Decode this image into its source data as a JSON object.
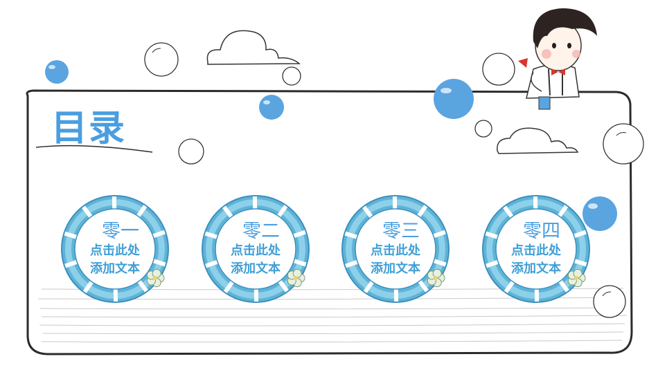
{
  "title": "目录",
  "colors": {
    "accent": "#4a9ee0",
    "ring": "#5fb3d6",
    "ring_light": "#8dd0ea",
    "bubble": "#5aa4e0",
    "text_blue": "#3f9fd6"
  },
  "items": [
    {
      "number": "零一",
      "line1": "点击此处",
      "line2": "添加文本"
    },
    {
      "number": "零二",
      "line1": "点击此处",
      "line2": "添加文本"
    },
    {
      "number": "零三",
      "line1": "点击此处",
      "line2": "添加文本"
    },
    {
      "number": "零四",
      "line1": "点击此处",
      "line2": "添加文本"
    }
  ],
  "icons": [
    "cloud-icon",
    "bubble-icon",
    "flower-icon",
    "character-illustration"
  ]
}
